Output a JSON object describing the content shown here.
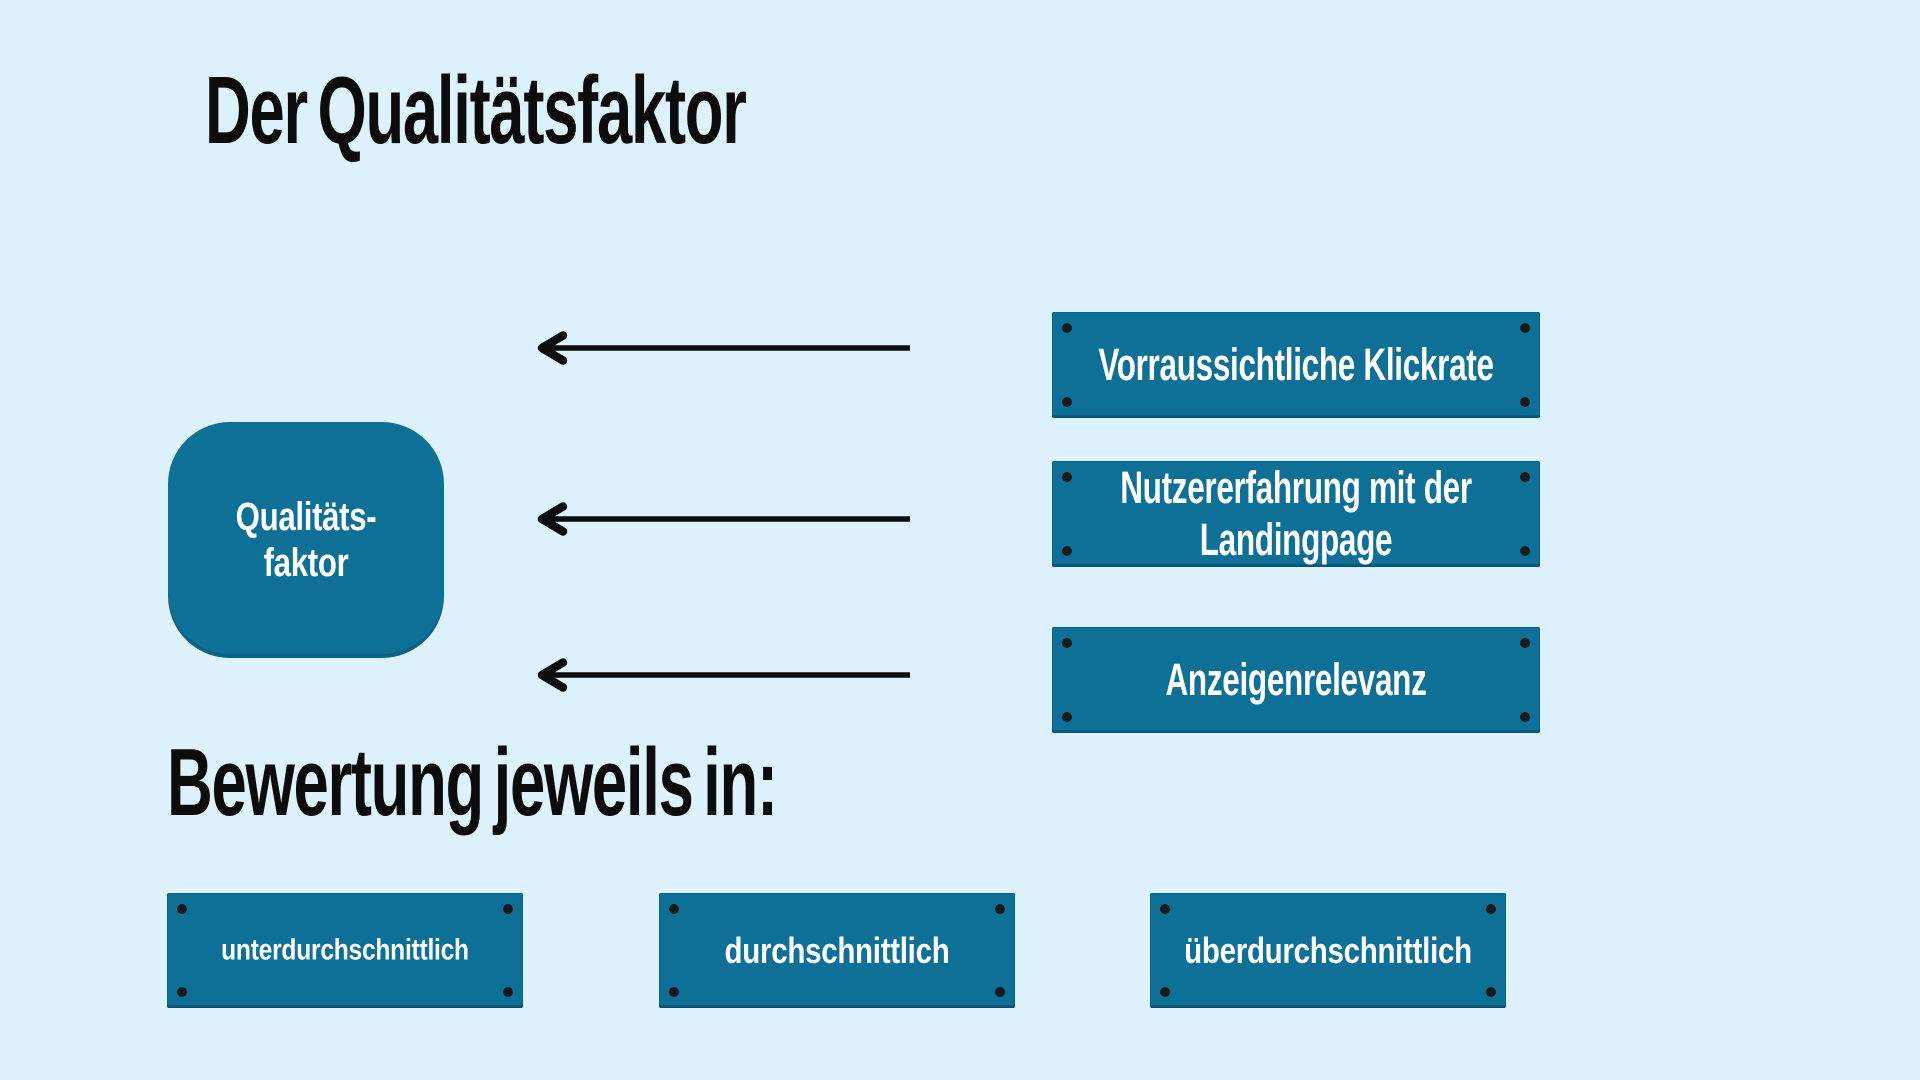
{
  "page": {
    "title": "Der Qualitätsfaktor",
    "subtitle": "Bewertung jeweils in:"
  },
  "colors": {
    "background": "#DDF2FD",
    "shape_fill": "#0E7096",
    "shape_text": "#FFFFFF",
    "heading_text": "#0C0C0C",
    "arrow": "#0D0D0D",
    "corner_dot": "#17191C"
  },
  "quality_node": {
    "label": "Qualitäts-\nfaktor"
  },
  "factors": [
    {
      "label": "Vorraussichtliche Klickrate"
    },
    {
      "label": "Nutzererfahrung mit der\nLandingpage"
    },
    {
      "label": "Anzeigenrelevanz"
    }
  ],
  "ratings": [
    {
      "label": "unterdurchschnittlich"
    },
    {
      "label": "durchschnittlich"
    },
    {
      "label": "überdurchschnittlich"
    }
  ]
}
